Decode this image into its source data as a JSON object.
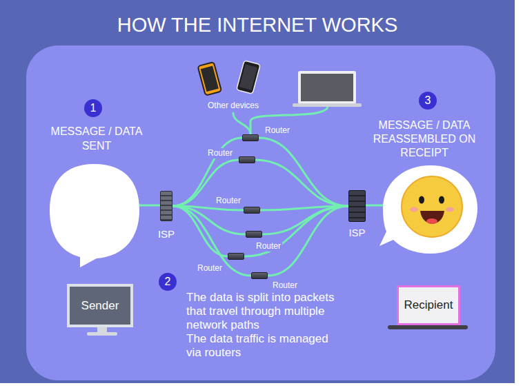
{
  "diagram": {
    "title": "HOW THE INTERNET WORKS",
    "nodes": [
      {
        "text": [
          "Sender"
        ]
      },
      {
        "text": [
          "ISP"
        ]
      },
      {
        "text": [
          "Other devices"
        ]
      },
      {
        "text": [
          "Router"
        ]
      },
      {
        "text": [
          "Router"
        ]
      },
      {
        "text": [
          "Router"
        ]
      },
      {
        "text": [
          "Router"
        ]
      },
      {
        "text": [
          "Router"
        ]
      },
      {
        "text": [
          "Router"
        ]
      },
      {
        "text": [
          "ISP"
        ]
      },
      {
        "text": [
          "Recipient"
        ]
      }
    ],
    "edges": [
      {
        "from": 1,
        "to": 3,
        "arrow": "none"
      },
      {
        "from": 1,
        "to": 4,
        "arrow": "none"
      },
      {
        "from": 1,
        "to": 5,
        "arrow": "none"
      },
      {
        "from": 1,
        "to": 6,
        "arrow": "none"
      },
      {
        "from": 1,
        "to": 7,
        "arrow": "none"
      },
      {
        "from": 1,
        "to": 8,
        "arrow": "none"
      },
      {
        "from": 3,
        "to": 9,
        "arrow": "none"
      },
      {
        "from": 4,
        "to": 9,
        "arrow": "none"
      },
      {
        "from": 5,
        "to": 9,
        "arrow": "none"
      },
      {
        "from": 6,
        "to": 9,
        "arrow": "none"
      },
      {
        "from": 7,
        "to": 9,
        "arrow": "none"
      },
      {
        "from": 8,
        "to": 9,
        "arrow": "none"
      },
      {
        "from": 3,
        "to": 2,
        "arrow": "none"
      }
    ],
    "labels": [
      "1",
      "MESSAGE / DATA SENT",
      "3",
      "MESSAGE / DATA REASSEMBLED ON RECEIPT",
      "2",
      "The data is split into packets that travel through multiple network paths",
      "The data traffic is managed via routers"
    ]
  }
}
